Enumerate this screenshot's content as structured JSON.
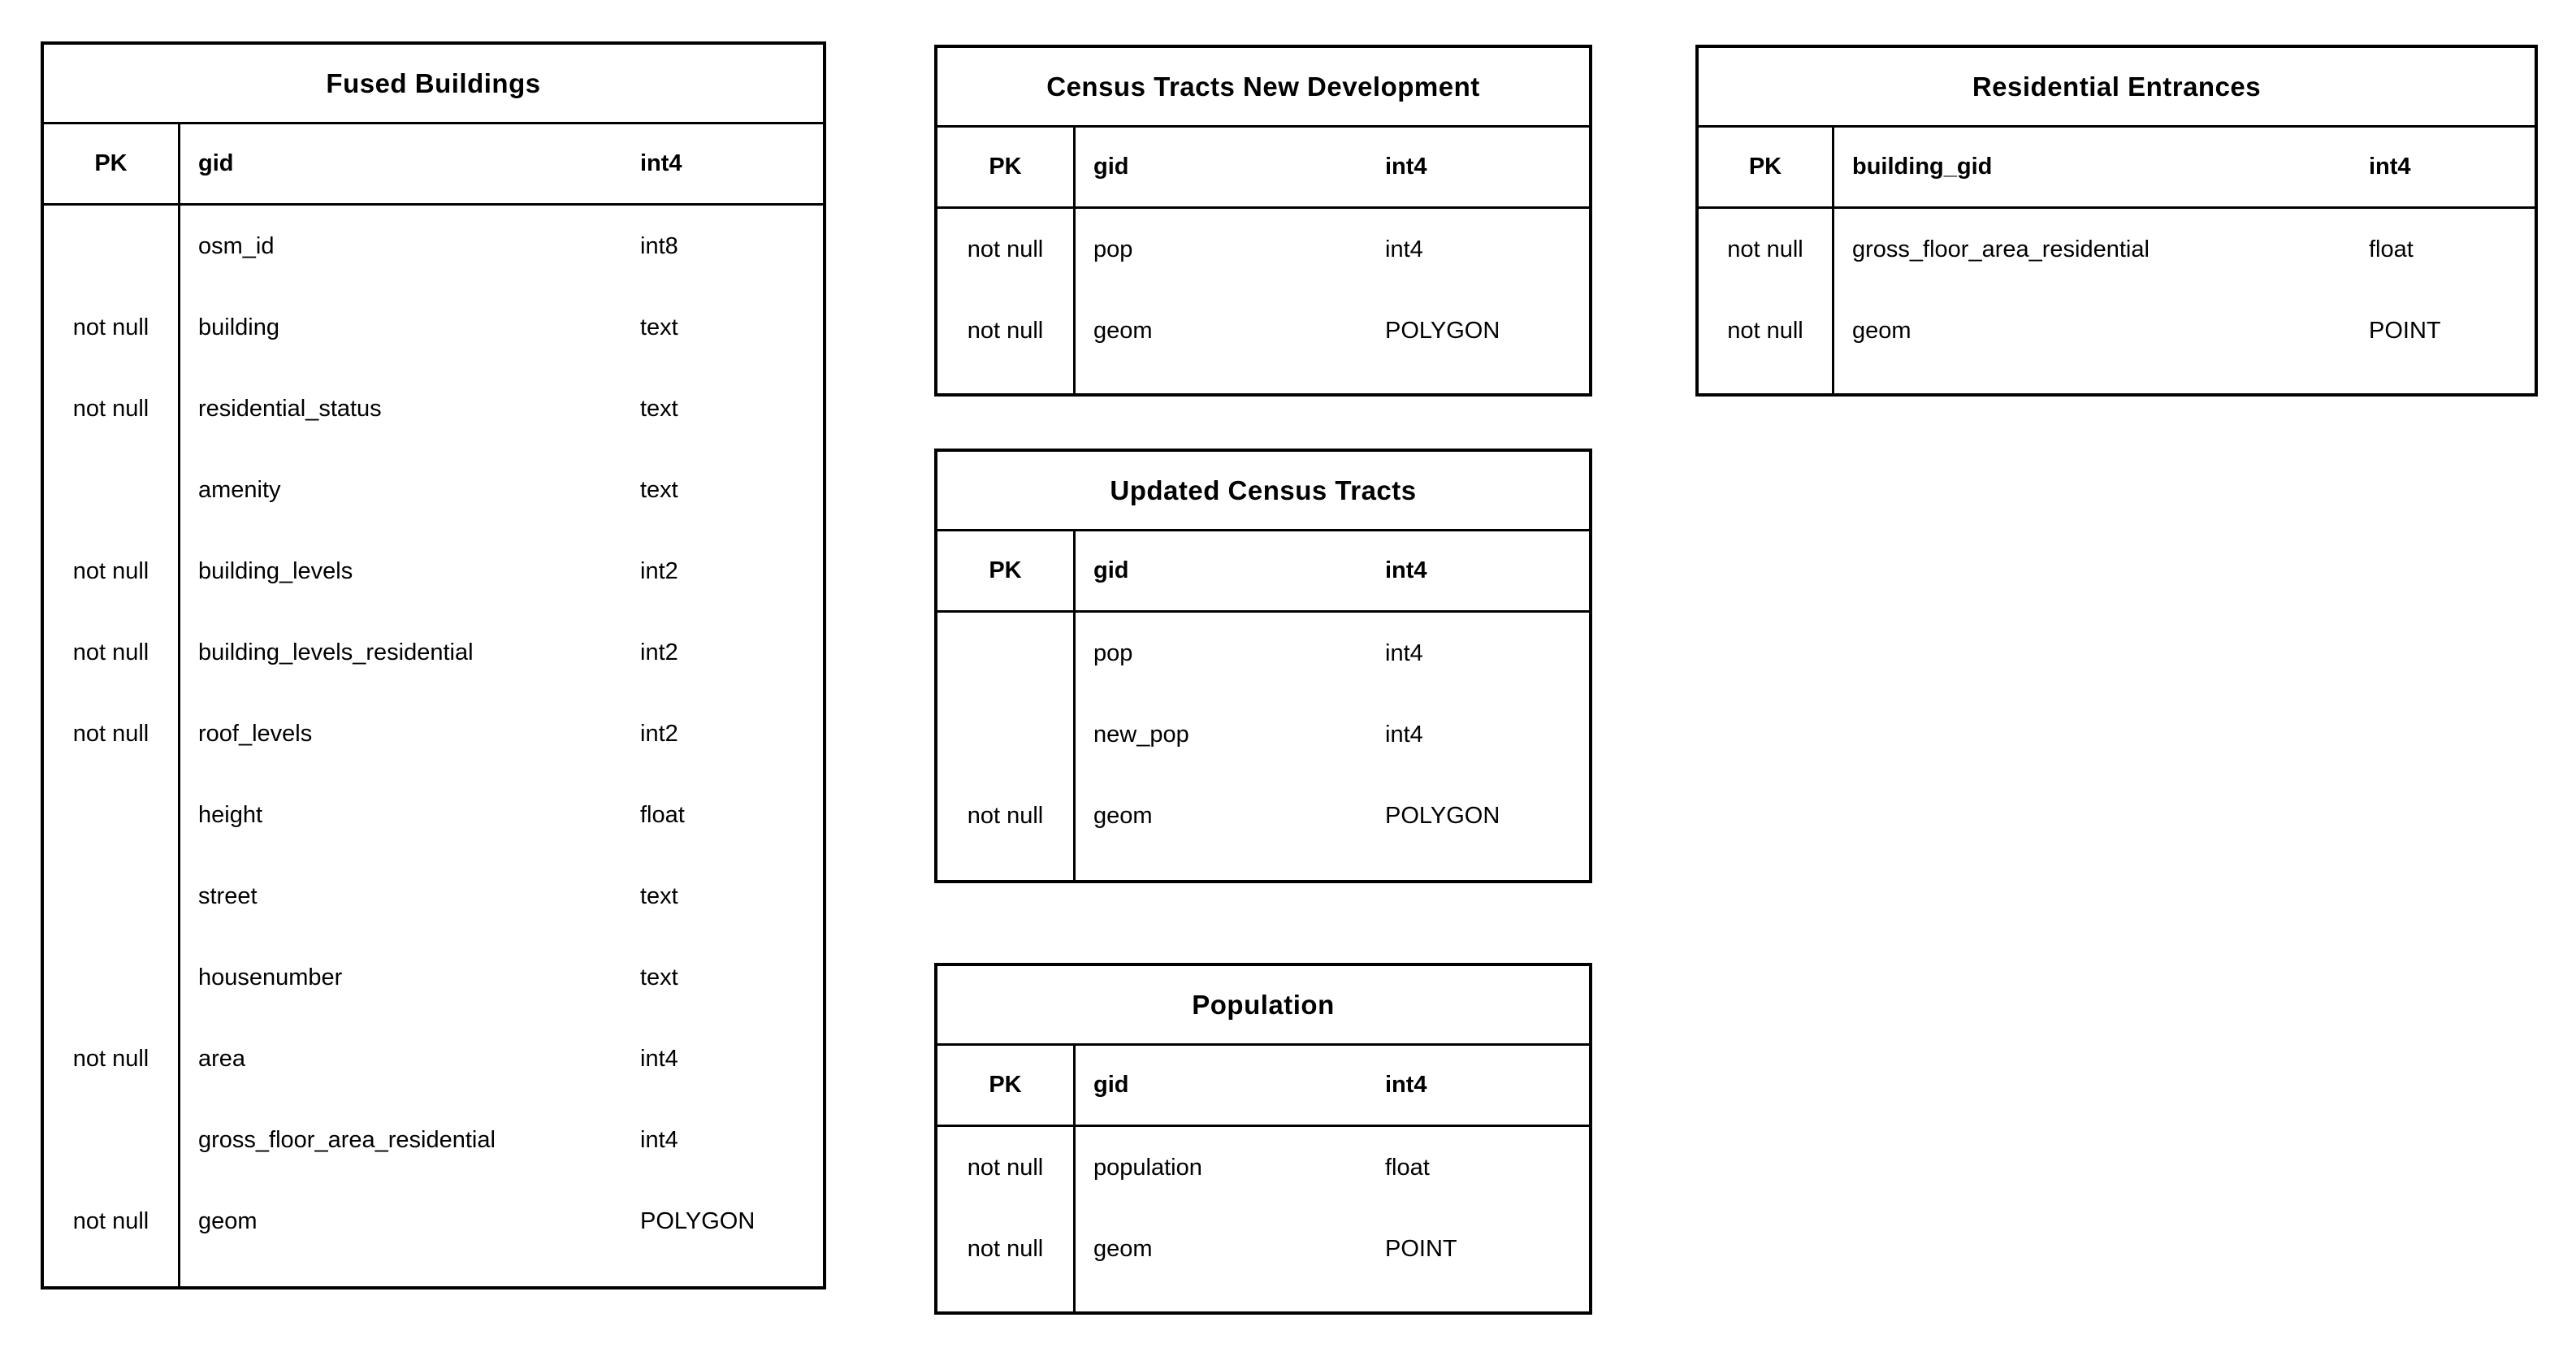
{
  "diagram": {
    "tables": [
      {
        "title": "Fused Buildings",
        "header": {
          "key": "PK",
          "name": "gid",
          "type": "int4"
        },
        "rows": [
          {
            "constraint": "",
            "name": "osm_id",
            "type": "int8"
          },
          {
            "constraint": "not null",
            "name": "building",
            "type": "text"
          },
          {
            "constraint": "not null",
            "name": "residential_status",
            "type": "text"
          },
          {
            "constraint": "",
            "name": "amenity",
            "type": "text"
          },
          {
            "constraint": "not null",
            "name": "building_levels",
            "type": "int2"
          },
          {
            "constraint": "not null",
            "name": "building_levels_residential",
            "type": "int2"
          },
          {
            "constraint": "not null",
            "name": "roof_levels",
            "type": "int2"
          },
          {
            "constraint": "",
            "name": "height",
            "type": "float"
          },
          {
            "constraint": "",
            "name": "street",
            "type": "text"
          },
          {
            "constraint": "",
            "name": "housenumber",
            "type": "text"
          },
          {
            "constraint": "not null",
            "name": "area",
            "type": "int4"
          },
          {
            "constraint": "",
            "name": "gross_floor_area_residential",
            "type": "int4"
          },
          {
            "constraint": "not null",
            "name": "geom",
            "type": "POLYGON"
          }
        ]
      },
      {
        "title": "Census Tracts New Development",
        "header": {
          "key": "PK",
          "name": "gid",
          "type": "int4"
        },
        "rows": [
          {
            "constraint": "not null",
            "name": "pop",
            "type": "int4"
          },
          {
            "constraint": "not null",
            "name": "geom",
            "type": "POLYGON"
          }
        ]
      },
      {
        "title": "Updated Census Tracts",
        "header": {
          "key": "PK",
          "name": "gid",
          "type": "int4"
        },
        "rows": [
          {
            "constraint": "",
            "name": "pop",
            "type": "int4"
          },
          {
            "constraint": "",
            "name": "new_pop",
            "type": "int4"
          },
          {
            "constraint": "not null",
            "name": "geom",
            "type": "POLYGON"
          }
        ]
      },
      {
        "title": "Population",
        "header": {
          "key": "PK",
          "name": "gid",
          "type": "int4"
        },
        "rows": [
          {
            "constraint": "not null",
            "name": "population",
            "type": "float"
          },
          {
            "constraint": "not null",
            "name": "geom",
            "type": "POINT"
          }
        ]
      },
      {
        "title": "Residential Entrances",
        "header": {
          "key": "PK",
          "name": "building_gid",
          "type": "int4"
        },
        "rows": [
          {
            "constraint": "not null",
            "name": "gross_floor_area_residential",
            "type": "float"
          },
          {
            "constraint": "not null",
            "name": "geom",
            "type": "POINT"
          }
        ]
      }
    ]
  }
}
